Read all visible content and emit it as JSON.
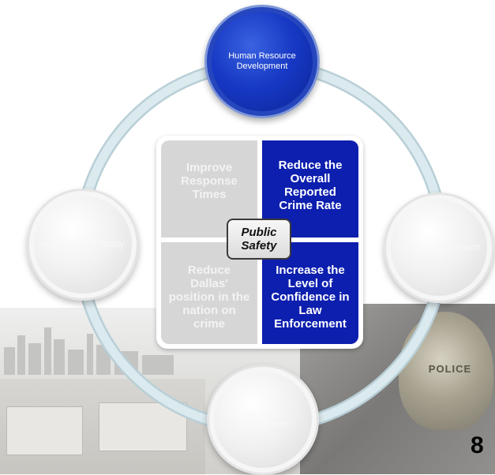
{
  "diagram": {
    "center_label": "Public Safety",
    "quadrants": [
      {
        "label": "Improve Response Times",
        "highlighted": false
      },
      {
        "label": "Reduce the Overall Reported Crime Rate",
        "highlighted": true
      },
      {
        "label": "Reduce Dallas' position in the nation on crime",
        "highlighted": false
      },
      {
        "label": "Increase the Level of Confidence in Law Enforcement",
        "highlighted": true
      }
    ],
    "outer_nodes": [
      {
        "label": "Human Resource Development",
        "highlighted": true
      },
      {
        "label": "Community Outreach",
        "highlighted": false
      },
      {
        "label": "Resource Management",
        "highlighted": false
      },
      {
        "label": "Neighborhood Vitality",
        "highlighted": false
      }
    ]
  },
  "background": {
    "badge_text": "POLICE"
  },
  "page_number": "8",
  "colors": {
    "highlight_blue": "#0d1fae",
    "muted_grey": "#d6d6d6",
    "ring": "#c9dde4"
  }
}
